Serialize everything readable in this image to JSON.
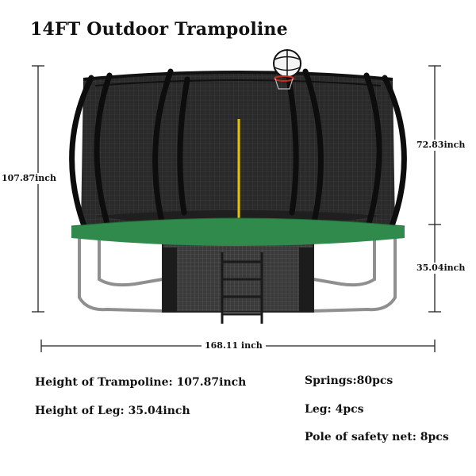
{
  "title": "14FT Outdoor Trampoline",
  "dimensions": {
    "total_height": "107.87inch",
    "net_height": "72.83inch",
    "leg_height": "35.04inch",
    "width": "168.11 inch"
  },
  "specs_left": [
    {
      "label": "Height of Trampoline:",
      "value": "107.87inch"
    },
    {
      "label": "Height of Leg:",
      "value": "35.04inch"
    }
  ],
  "specs_right": [
    "Springs:80pcs",
    "Leg: 4pcs",
    "Pole of safety net: 8pcs"
  ],
  "colors": {
    "mat_rim": "#2f8a4c",
    "net": "#2a2a2a",
    "pole": "#111111",
    "frame": "#9a9a9a",
    "zipper": "#e8c400"
  }
}
